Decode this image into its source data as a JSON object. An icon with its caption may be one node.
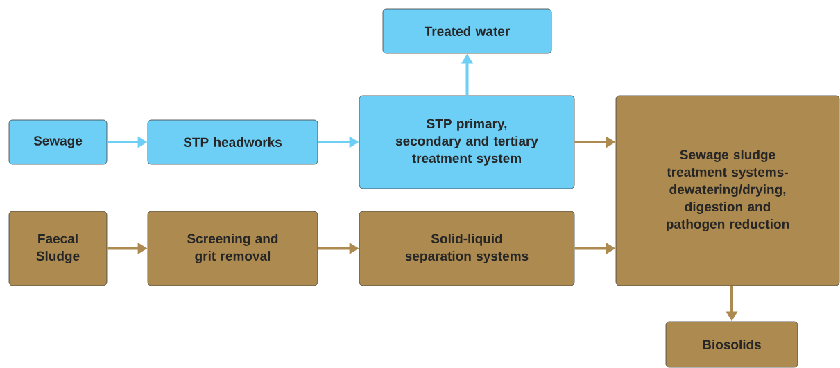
{
  "diagram": {
    "nodes": [
      {
        "text": [
          "Sewage"
        ]
      },
      {
        "text": [
          "STP headworks"
        ]
      },
      {
        "text": [
          "STP primary, secondary and tertiary treatment system"
        ]
      },
      {
        "text": [
          "Treated water"
        ]
      },
      {
        "text": [
          "Faecal Sludge"
        ]
      },
      {
        "text": [
          "Screening and grit removal"
        ]
      },
      {
        "text": [
          "Solid-liquid separation systems"
        ]
      },
      {
        "text": [
          "Sewage sludge treatment systems- dewatering/drying, digestion and pathogen reduction"
        ]
      },
      {
        "text": [
          "Biosolids"
        ]
      }
    ],
    "edges": [
      {
        "from": 0,
        "to": 1,
        "arrow": "to",
        "color": "#6dcff6"
      },
      {
        "from": 1,
        "to": 2,
        "arrow": "to",
        "color": "#6dcff6"
      },
      {
        "from": 2,
        "to": 3,
        "arrow": "to",
        "color": "#6dcff6"
      },
      {
        "from": 2,
        "to": 7,
        "arrow": "to"
      },
      {
        "from": 4,
        "to": 5,
        "arrow": "to"
      },
      {
        "from": 5,
        "to": 6,
        "arrow": "to"
      },
      {
        "from": 6,
        "to": 7,
        "arrow": "to"
      },
      {
        "from": 7,
        "to": 8,
        "arrow": "to"
      }
    ]
  }
}
